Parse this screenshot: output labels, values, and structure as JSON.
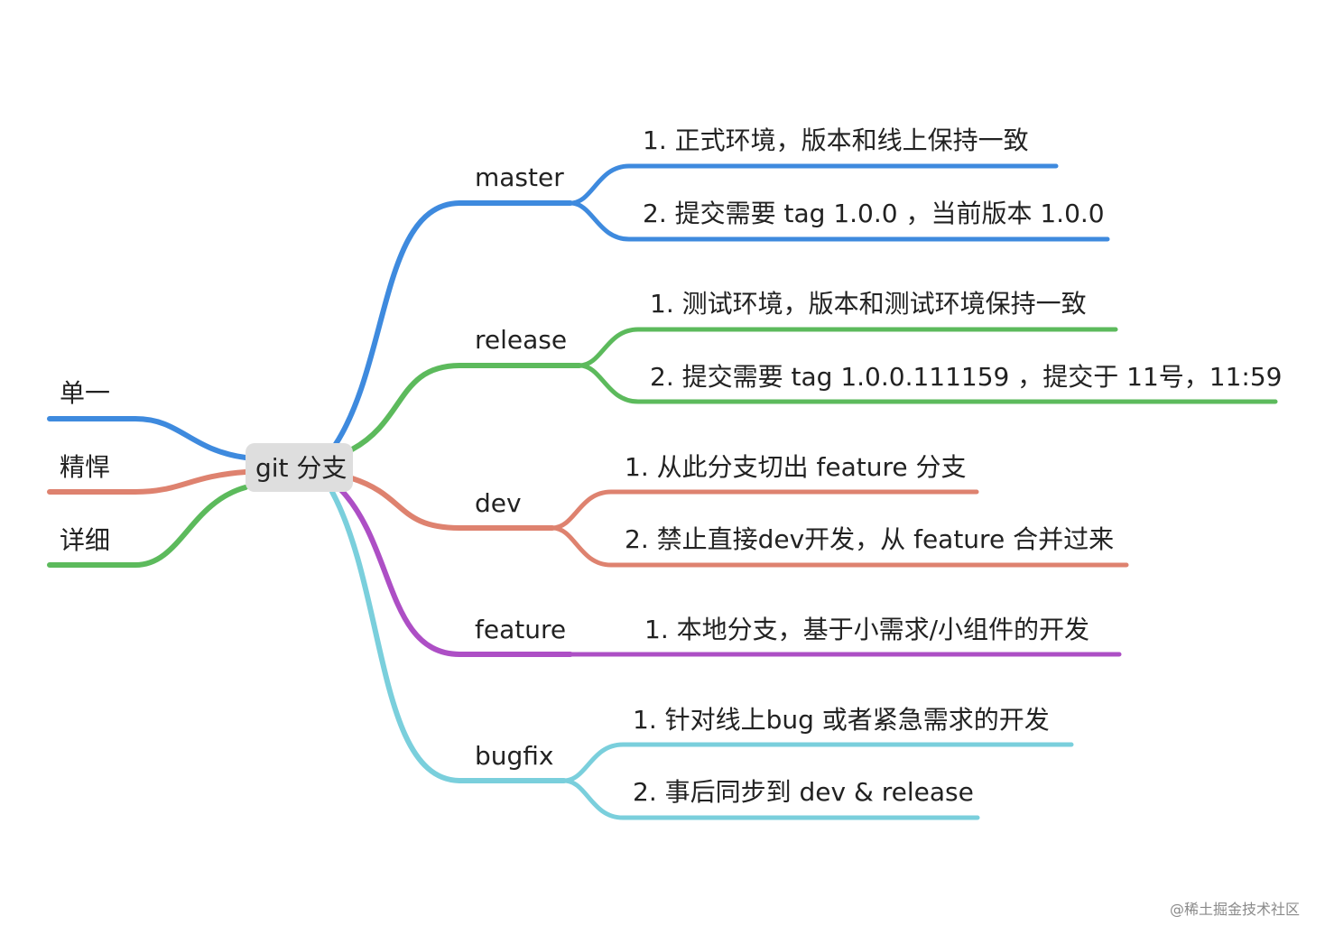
{
  "root": {
    "label": "git 分支",
    "color": "#333333"
  },
  "left_branches": [
    {
      "label": "单一",
      "color": "#3e8ade"
    },
    {
      "label": "精悍",
      "color": "#de826f"
    },
    {
      "label": "详细",
      "color": "#5cba5c"
    }
  ],
  "right_branches": [
    {
      "label": "master",
      "color": "#3e8ade",
      "children": [
        "1. 正式环境，版本和线上保持一致",
        "2. 提交需要 tag 1.0.0 ，当前版本 1.0.0"
      ]
    },
    {
      "label": "release",
      "color": "#5cba5c",
      "children": [
        "1. 测试环境，版本和测试环境保持一致",
        "2. 提交需要 tag 1.0.0.111159 ，提交于 11号，11:59"
      ]
    },
    {
      "label": "dev",
      "color": "#de826f",
      "children": [
        "1. 从此分支切出 feature 分支",
        "2. 禁止直接dev开发，从 feature 合并过来"
      ]
    },
    {
      "label": "feature",
      "color": "#ad4fc5",
      "children": [
        "1. 本地分支，基于小需求/小组件的开发"
      ]
    },
    {
      "label": "bugfix",
      "color": "#7acfdc",
      "children": [
        "1. 针对线上bug 或者紧急需求的开发",
        "2. 事后同步到 dev & release"
      ]
    }
  ],
  "watermark": "@稀土掘金技术社区"
}
